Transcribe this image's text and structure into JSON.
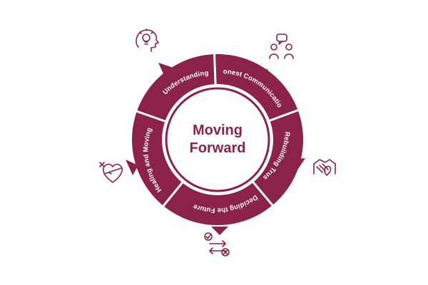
{
  "diagram": {
    "center": {
      "line1": "Moving",
      "line2": "Forward"
    },
    "segments": [
      {
        "label": "Understanding",
        "icon": "head-lightbulb-icon"
      },
      {
        "label": "Honest Communication",
        "icon": "people-chat-icon"
      },
      {
        "label": "Rebuilding Trust",
        "icon": "handshake-icon"
      },
      {
        "label": "Deciding the Future",
        "icon": "check-cross-arrows-icon"
      },
      {
        "label": "Healing and Moving",
        "icon": "bandaged-heart-icon"
      }
    ]
  },
  "colors": {
    "accent": "#8b2249",
    "ring_bg": "#8b2249",
    "text_on_accent": "#ffffff",
    "background": "#ffffff"
  }
}
